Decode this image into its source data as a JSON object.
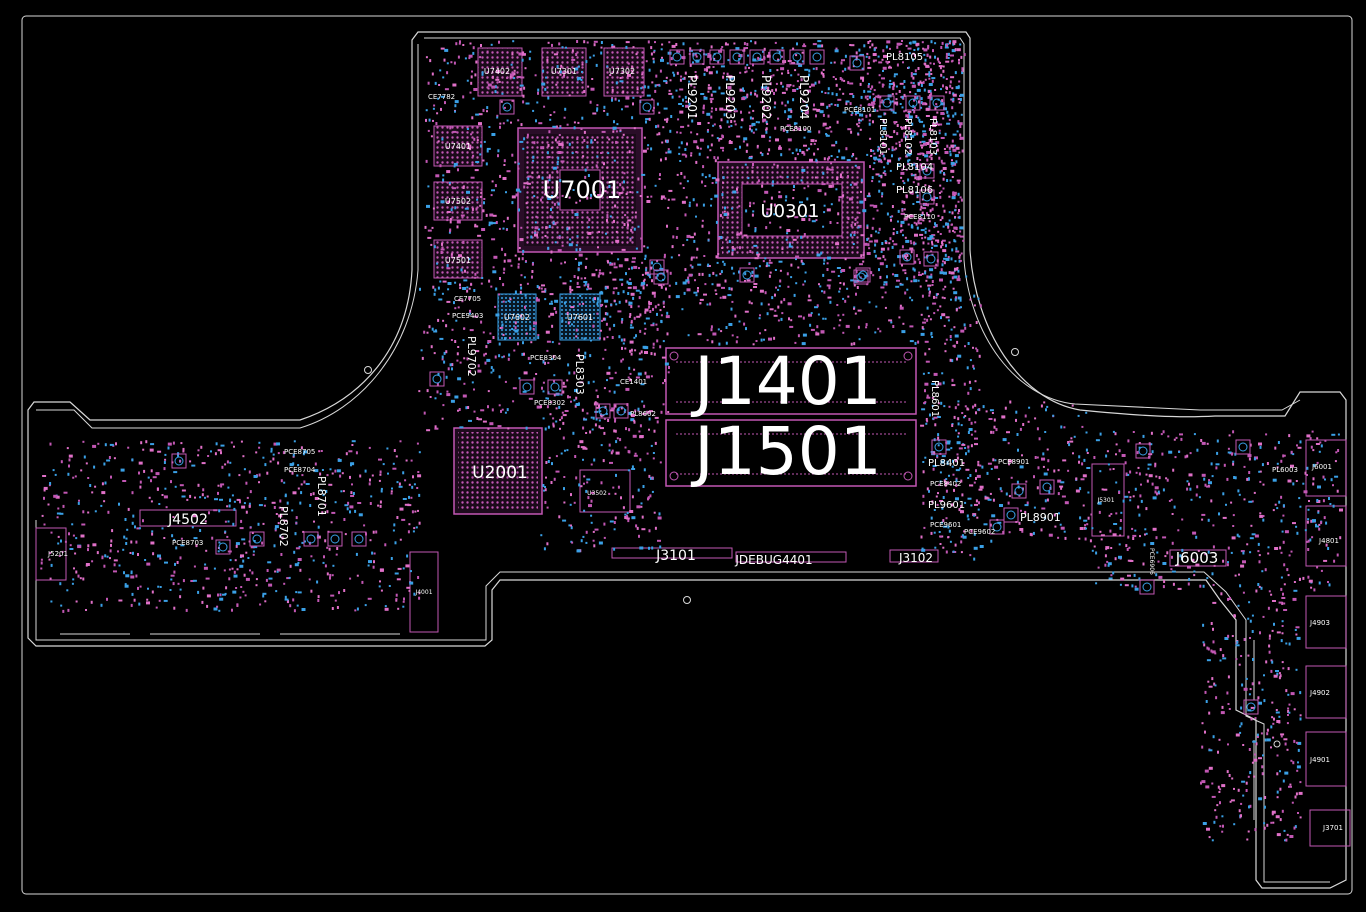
{
  "colors": {
    "background": "#000000",
    "outline": "#d8d8d8",
    "pad_magenta": "#c257b4",
    "pad_blue": "#3aa0e6",
    "pad_pink": "#e070c8",
    "label": "#ffffff"
  },
  "labels": {
    "U7001": "U7001",
    "U0301": "U0301",
    "J1401": "J1401",
    "J1501": "J1501",
    "U2001": "U2001",
    "J4502": "J4502",
    "J3101": "J3101",
    "JDEBUG4401": "JDEBUG4401",
    "J3102": "J3102",
    "J6003": "J6003",
    "U7402": "U7402",
    "U7301": "U7301",
    "U7302": "U7302",
    "U7401": "U7401",
    "U7502": "U7502",
    "U7501": "U7501",
    "U7602": "U7602",
    "U7601": "U7601",
    "U3502": "U3502",
    "J4001": "J4001",
    "J5201": "J5201",
    "J5301": "J5301",
    "J6001": "J6001",
    "J4801": "J4801",
    "J4903": "J4903",
    "J4902": "J4902",
    "J4901": "J4901",
    "J3701": "J3701",
    "PL9201": "PL9201",
    "PL9203": "PL9203",
    "PL9202": "PL9202",
    "PL9204": "PL9204",
    "PL8105": "PL8105",
    "PL8101": "PL8101",
    "PL8102": "PL8102",
    "PL8103": "PL8103",
    "PL8104": "PL8104",
    "PL8106": "PL8106",
    "PCE8110": "PCE8110",
    "PCE8101": "PCE8101",
    "PCE8100": "PCE8100",
    "CE7782": "CE7782",
    "CE7705": "CE7705",
    "PCE9403": "PCE9403",
    "PL9702": "PL9702",
    "PL8303": "PL8303",
    "PCE8304": "PCE8304",
    "PCE8302": "PCE8302",
    "CE1401": "CE1401",
    "PL8602": "PL8602",
    "PL8601": "PL8601",
    "PL8401": "PL8401",
    "PCE8402": "PCE8402",
    "PCE8901": "PCE8901",
    "PL9601": "PL9601",
    "PCE9601": "PCE9601",
    "PCE9602": "PCE9602",
    "PL8901": "PL8901",
    "PCE8705": "PCE8705",
    "PCE8704": "PCE8704",
    "PL8701": "PL8701",
    "PL8702": "PL8702",
    "PCE8703": "PCE8703",
    "PL6003": "PL6003",
    "PCE6906": "PCE6906"
  }
}
